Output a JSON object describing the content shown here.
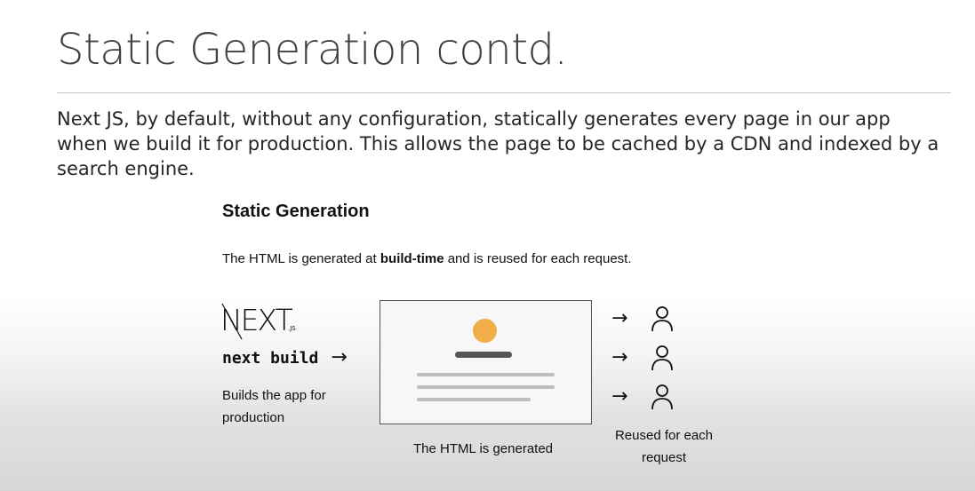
{
  "slide": {
    "title": "Static Generation contd.",
    "body": "Next JS, by default, without any configuration, statically generates every page in our app when we build it for production. This allows the page to be cached by a CDN and indexed by a search engine."
  },
  "figure": {
    "heading": "Static Generation",
    "caption_prefix": "The HTML is generated at ",
    "caption_bold": "build-time",
    "caption_suffix": " and is reused for each request.",
    "logo_text": "NEXT",
    "logo_sub": ".JS",
    "command": "next build",
    "arrow": "→",
    "build_description": "Builds the app for production",
    "box_caption": "The HTML is generated",
    "reuse_caption": "Reused for each request",
    "colors": {
      "dot": "#f0ad48",
      "bar": "#555555",
      "lines": "#bdbdbd"
    },
    "icons": [
      "user-icon",
      "user-icon",
      "user-icon"
    ]
  }
}
